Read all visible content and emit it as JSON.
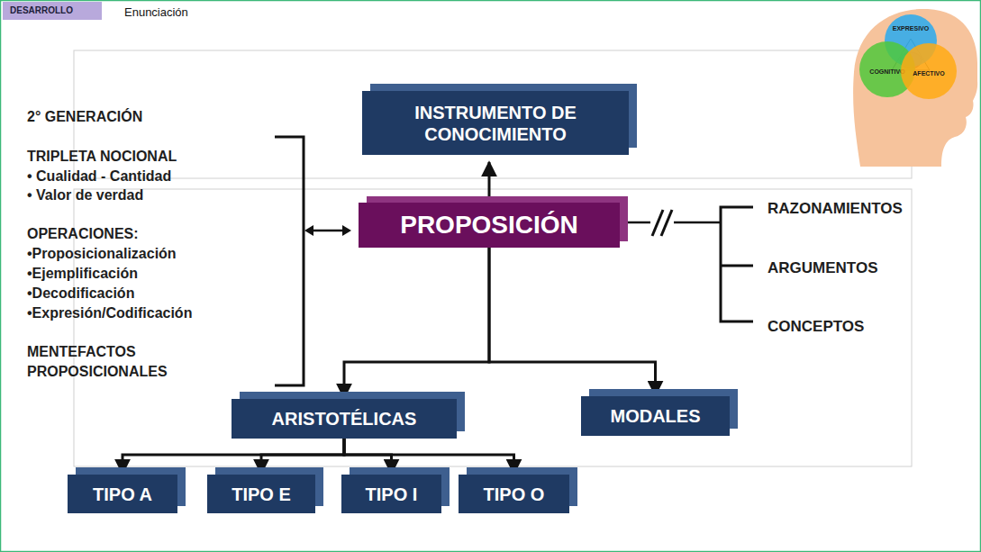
{
  "diagram": {
    "nodes": [
      {
        "text": [
          "DESARROLLO"
        ]
      },
      {
        "text": [
          "INSTRUMENTO DE CONOCIMIENTO"
        ]
      },
      {
        "text": [
          "PROPOSICIÓN"
        ]
      },
      {
        "text": [
          "ARISTOTÉLICAS"
        ]
      },
      {
        "text": [
          "MODALES"
        ]
      },
      {
        "text": [
          "TIPO A"
        ]
      },
      {
        "text": [
          "TIPO E"
        ]
      },
      {
        "text": [
          "TIPO I"
        ]
      },
      {
        "text": [
          "TIPO O"
        ]
      },
      {
        "text": [
          "EXPRESIVO"
        ]
      },
      {
        "text": [
          "COGNITIVO"
        ]
      },
      {
        "text": [
          "AFECTIVO"
        ]
      }
    ],
    "edges": [
      {
        "from": 2,
        "to": 1,
        "arrow": "to"
      },
      {
        "from": 2,
        "to": 3,
        "arrow": "to"
      },
      {
        "from": 2,
        "to": 4,
        "arrow": "to"
      },
      {
        "from": 3,
        "to": 5,
        "arrow": "to"
      },
      {
        "from": 3,
        "to": 6,
        "arrow": "to"
      },
      {
        "from": 3,
        "to": 7,
        "arrow": "to"
      },
      {
        "from": 3,
        "to": 8,
        "arrow": "to"
      }
    ],
    "labels": [
      "Enunciación",
      "2° GENERACIÓN",
      "TRIPLETA NOCIONAL",
      "•  Cualidad - Cantidad",
      "•  Valor de verdad",
      "OPERACIONES:",
      "•Proposicionalización",
      "•Ejemplificación",
      "•Decodificación",
      "•Expresión/Codificación",
      "MENTEFACTOS PROPOSICIONALES",
      "RAZONAMIENTOS",
      "ARGUMENTOS",
      "CONCEPTOS"
    ]
  }
}
